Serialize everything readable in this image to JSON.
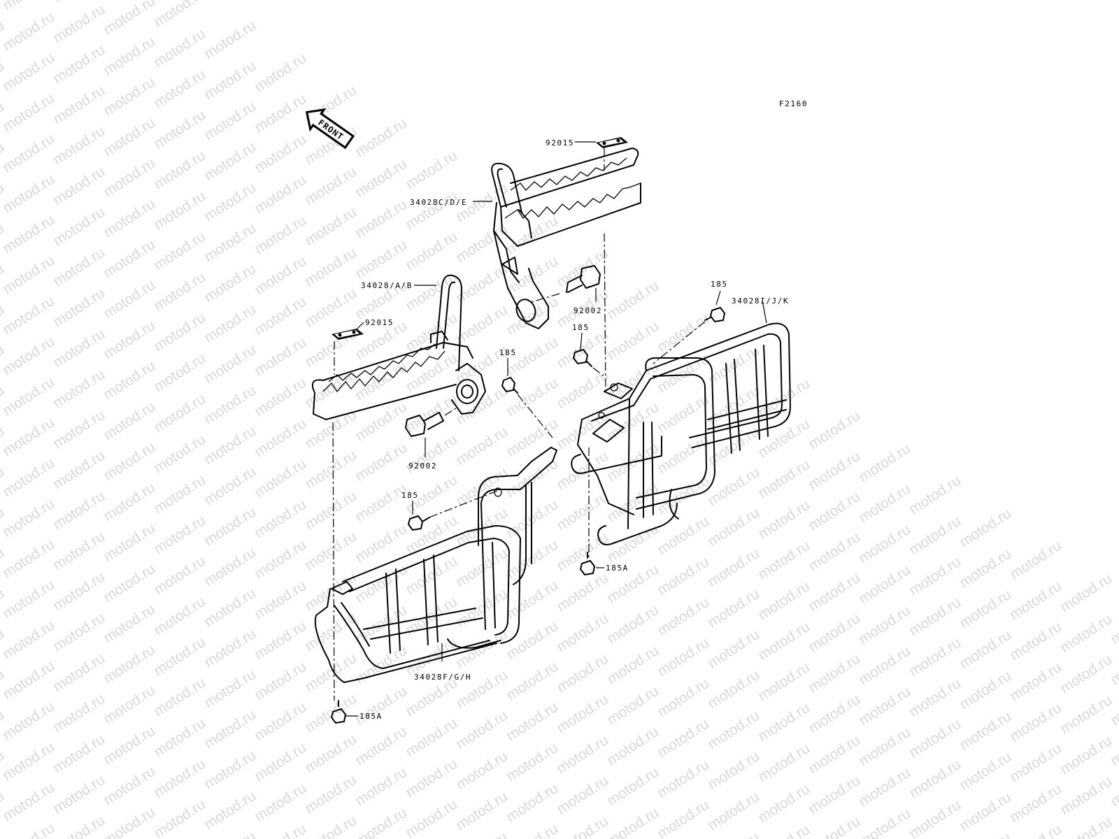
{
  "watermark": {
    "text": "motod.ru"
  },
  "diagram": {
    "figure_code": "F2160",
    "front_arrow_label": "FRONT",
    "parts": {
      "p92015_top": "92015",
      "p34028_cde": "34028C/D/E",
      "p92002_right": "92002",
      "p185_r1": "185",
      "p34028_ijk": "34028I/J/K",
      "p185_r2": "185",
      "p34028_ab": "34028/A/B",
      "p92015_left": "92015",
      "p185_mid": "185",
      "p92002_left": "92002",
      "p185_left": "185",
      "p185a_right": "185A",
      "p34028_fgh": "34028F/G/H",
      "p185a_left": "185A"
    }
  }
}
